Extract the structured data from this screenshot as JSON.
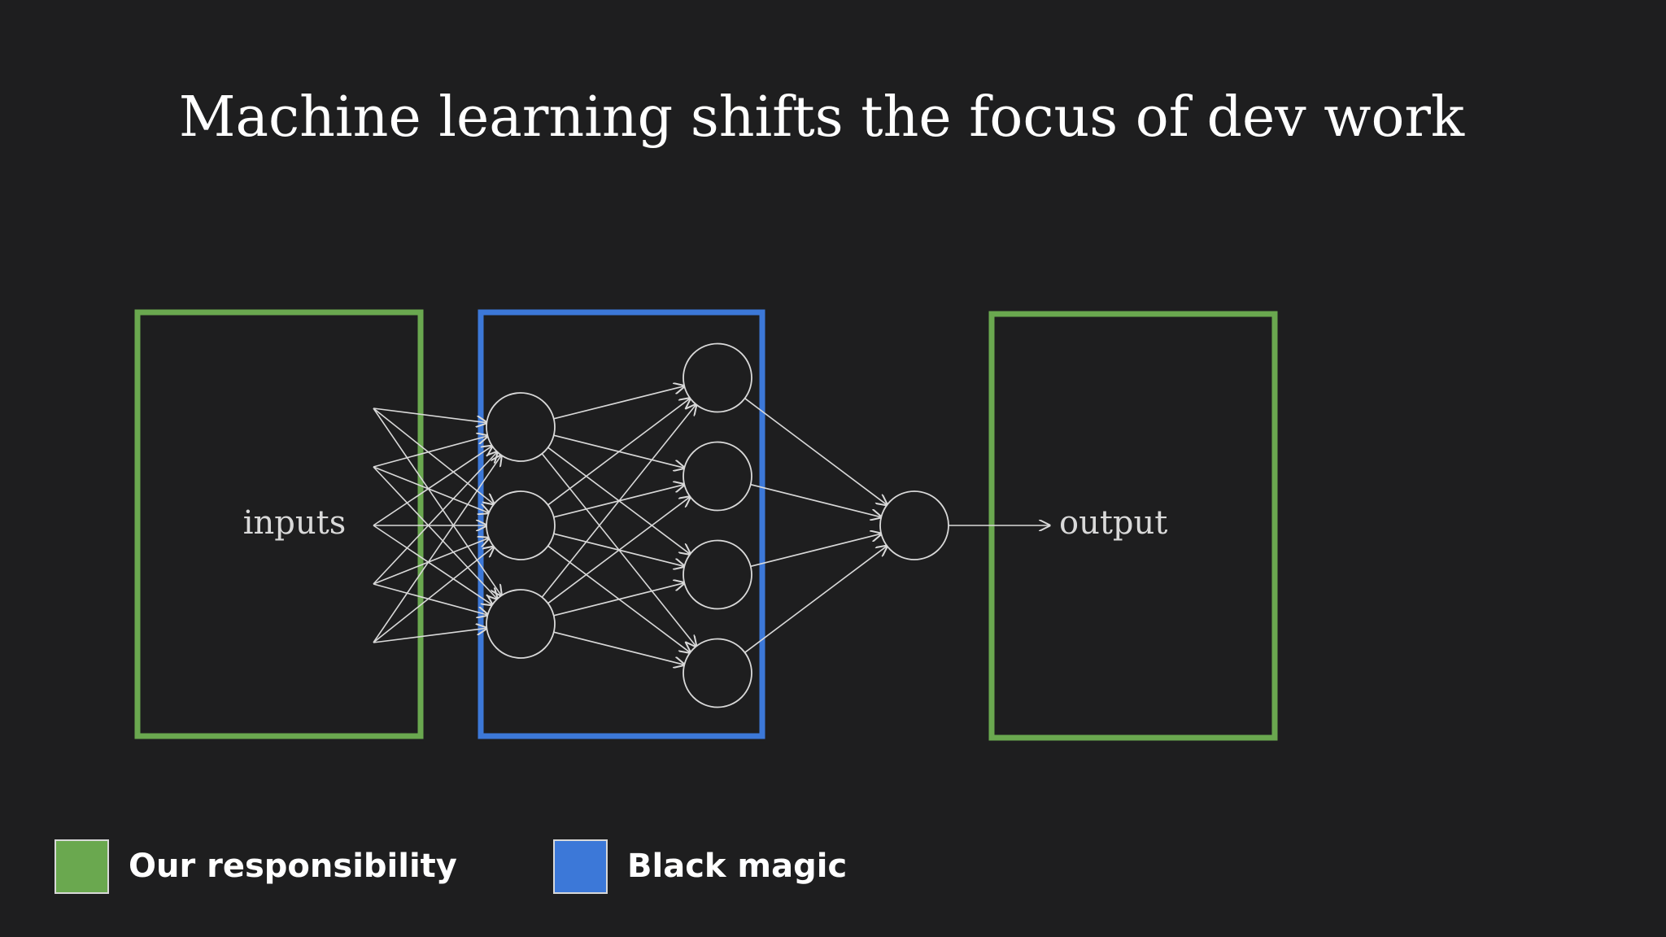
{
  "title": "Machine learning shifts the focus of dev work",
  "diagram": {
    "inputs_label": "inputs",
    "output_label": "output",
    "colors": {
      "responsibility": "#6aa84f",
      "black_magic": "#3c78d8",
      "network": "#d9d9d9"
    },
    "layers": {
      "inputs": 5,
      "hidden1": 3,
      "hidden2": 4,
      "output": 1
    }
  },
  "legend": {
    "items": [
      {
        "label": "Our responsibility",
        "color": "#6aa84f"
      },
      {
        "label": "Black magic",
        "color": "#3c78d8"
      }
    ]
  }
}
